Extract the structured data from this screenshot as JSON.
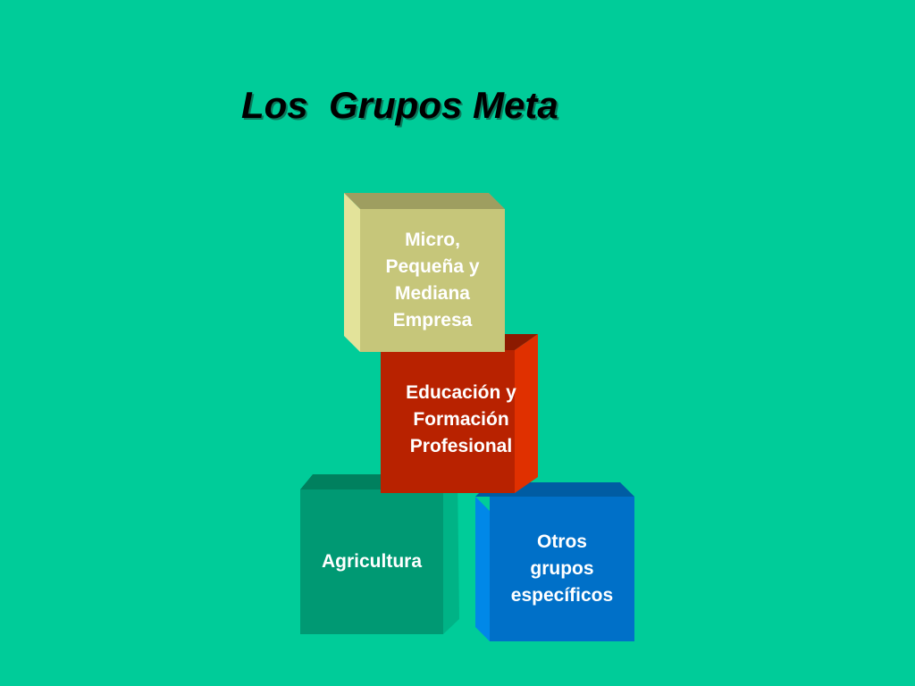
{
  "slide": {
    "title": "Los  Grupos Meta"
  },
  "blocks": [
    {
      "id": "agricultura",
      "label": "Agricultura",
      "colors": {
        "front": "#009973",
        "top": "#00805E",
        "side": "#00B386"
      }
    },
    {
      "id": "otros",
      "label": "Otros\ngrupos\nespecíficos",
      "colors": {
        "front": "#0070C8",
        "top": "#005CA3",
        "side": "#0088E8"
      }
    },
    {
      "id": "educacion",
      "label": "Educación y\nFormación\nProfesional",
      "colors": {
        "front": "#B82200",
        "top": "#8C1A00",
        "side": "#E03000"
      }
    },
    {
      "id": "micro",
      "label": "Micro,\nPequeña y\nMediana\nEmpresa",
      "colors": {
        "front": "#C6C67A",
        "top": "#9E9E60",
        "side": "#E3E39A"
      }
    }
  ]
}
